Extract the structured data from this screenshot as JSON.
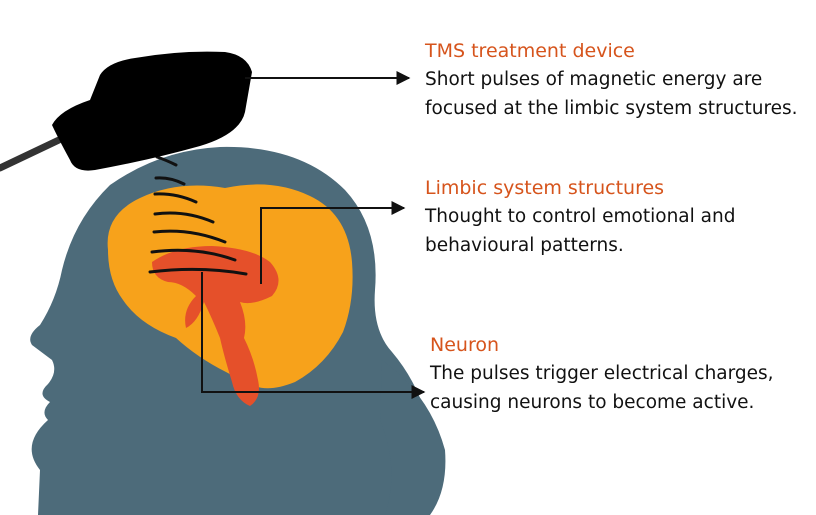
{
  "colors": {
    "head": "#4d6b7a",
    "brain": "#f7a21b",
    "limbic": "#e5502a",
    "device": "#000000",
    "title_accent": "#d6541c",
    "pointer": "#111111"
  },
  "callouts": {
    "device": {
      "title": "TMS treatment device",
      "lines": [
        "Short pulses of magnetic energy are",
        "focused at the limbic system structures."
      ]
    },
    "limbic": {
      "title": "Limbic system structures",
      "lines": [
        "Thought to control emotional and",
        "behavioural patterns."
      ]
    },
    "neuron": {
      "title": "Neuron",
      "lines": [
        "The pulses trigger electrical charges,",
        "causing neurons to become active."
      ]
    }
  }
}
